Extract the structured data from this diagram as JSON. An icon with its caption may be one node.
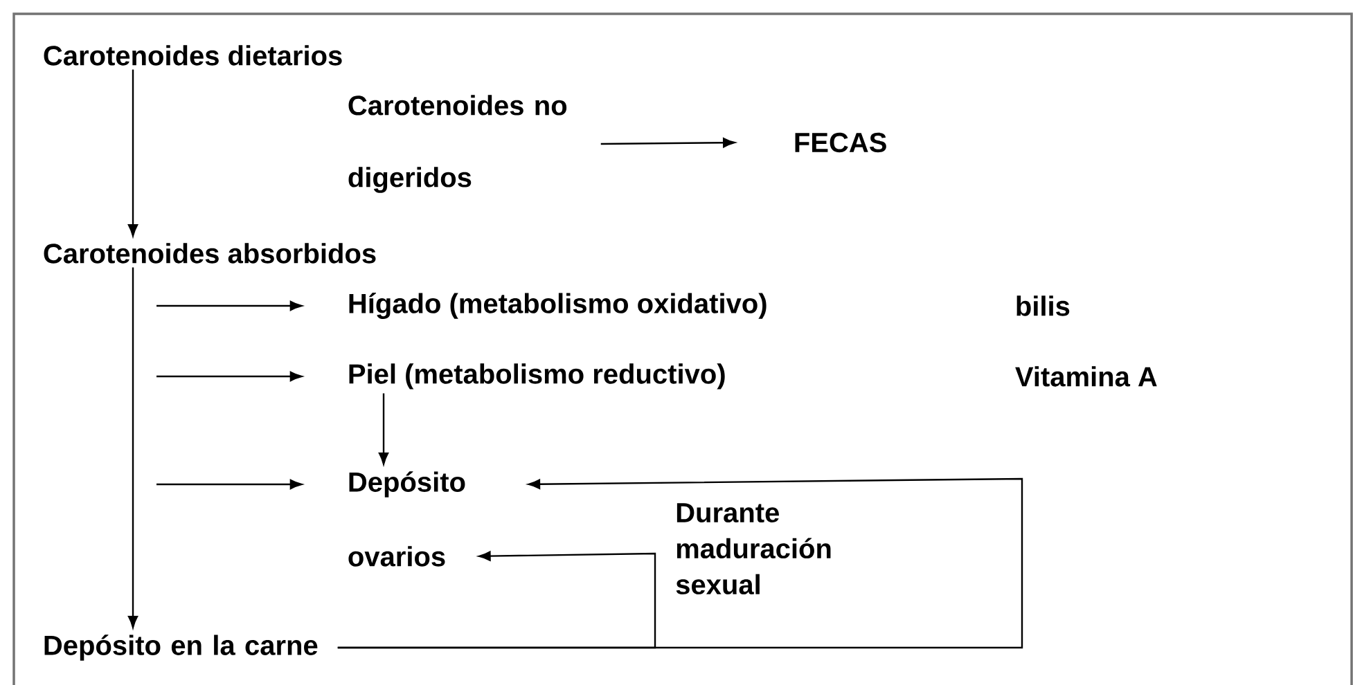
{
  "diagram": {
    "nodes": [
      {
        "text": [
          "Carotenoides dietarios"
        ]
      },
      {
        "text": [
          "Carotenoides no digeridos"
        ]
      },
      {
        "text": [
          "FECAS"
        ]
      },
      {
        "text": [
          "Carotenoides absorbidos"
        ]
      },
      {
        "text": [
          "Hígado (metabolismo oxidativo)"
        ]
      },
      {
        "text": [
          "bilis"
        ]
      },
      {
        "text": [
          "Piel (metabolismo reductivo)"
        ]
      },
      {
        "text": [
          "Vitamina A"
        ]
      },
      {
        "text": [
          "Depósito"
        ]
      },
      {
        "text": [
          "ovarios"
        ]
      },
      {
        "text": [
          "Depósito en la carne"
        ]
      }
    ],
    "edges": [
      {
        "from": 0,
        "to": 3,
        "arrow": "to"
      },
      {
        "from": 1,
        "to": 2,
        "arrow": "to"
      },
      {
        "from": null,
        "to": 4,
        "arrow": "to"
      },
      {
        "from": null,
        "to": 6,
        "arrow": "to"
      },
      {
        "from": null,
        "to": 8,
        "arrow": "to"
      },
      {
        "from": 3,
        "to": 10,
        "arrow": "to"
      },
      {
        "from": 6,
        "to": 8,
        "arrow": "to"
      },
      {
        "from": 10,
        "to": 8,
        "arrow": "to"
      },
      {
        "from": 10,
        "to": 9,
        "arrow": "to",
        "label": "Durante maduración sexual"
      }
    ]
  }
}
